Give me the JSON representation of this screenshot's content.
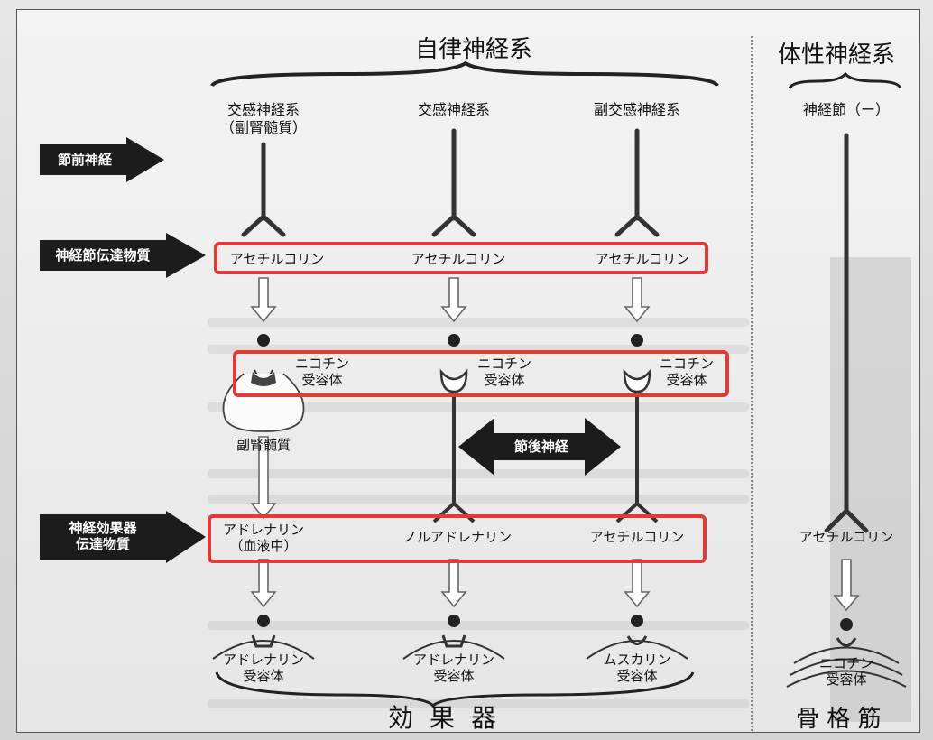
{
  "header": {
    "autonomic": "自律神経系",
    "somatic": "体性神経系"
  },
  "columns": {
    "sym_adrenal": [
      "交感神経系",
      "（副腎髄質）"
    ],
    "sympathetic": "交感神経系",
    "parasympathetic": "副交感神経系",
    "somatic_ganglion": "神経節（ー）"
  },
  "side_labels": {
    "preganglionic": "節前神経",
    "ganglion_transmitter": "神経節伝達物質",
    "effector_transmitter": [
      "神経効果器",
      "伝達物質"
    ],
    "postganglionic": "節後神経"
  },
  "ganglion_transmitters": [
    "アセチルコリン",
    "アセチルコリン",
    "アセチルコリン"
  ],
  "nicotinic_receptors": [
    [
      "ニコチン",
      "受容体"
    ],
    [
      "ニコチン",
      "受容体"
    ],
    [
      "ニコチン",
      "受容体"
    ]
  ],
  "adrenal_medulla": "副腎髄質",
  "effector_transmitters": [
    [
      "アドレナリン",
      "（血液中）"
    ],
    "ノルアドレナリン",
    "アセチルコリン",
    "アセチルコリン"
  ],
  "effector_receptors": [
    [
      "アドレナリン",
      "受容体"
    ],
    [
      "アドレナリン",
      "受容体"
    ],
    [
      "ムスカリン",
      "受容体"
    ],
    [
      "ニコチン",
      "受容体"
    ]
  ],
  "footer": {
    "effector": "効果器",
    "skeletal_muscle": "骨 格 筋"
  },
  "colors": {
    "highlight": "#e53935",
    "arrow": "#1c1c1c",
    "line": "#333333"
  }
}
